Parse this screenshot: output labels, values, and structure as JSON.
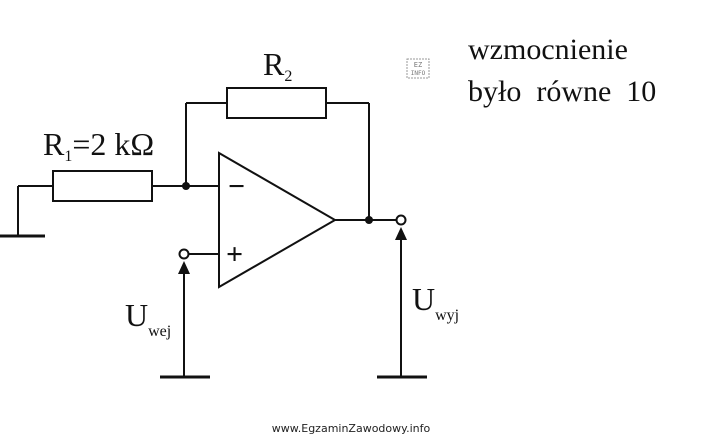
{
  "labels": {
    "r2_main": "R",
    "r2_sub": "2",
    "r1_main": "R",
    "r1_sub": "1",
    "r1_value": "=2 kΩ",
    "minus": "−",
    "plus": "+",
    "u_in_main": "U",
    "u_in_sub": "wej",
    "u_out_main": "U",
    "u_out_sub": "wyj"
  },
  "note": {
    "line1": "wzmocnienie",
    "line2": "było  równe  10"
  },
  "stamp": {
    "top": "EZ",
    "bottom": "INFO"
  },
  "footer": {
    "url": "www.EgzaminZawodowy.info"
  }
}
